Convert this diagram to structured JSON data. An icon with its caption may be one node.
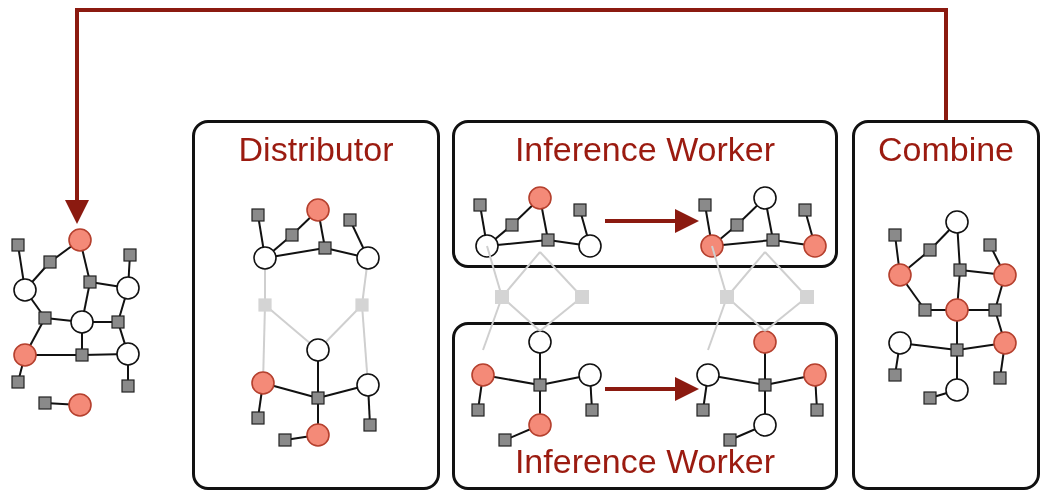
{
  "diagram": {
    "nodes": [
      {
        "text": [],
        "shape": "picture"
      },
      {
        "text": [
          "Distributor"
        ]
      },
      {
        "text": [],
        "shape": "picture",
        "in": 1
      },
      {
        "text": [
          "Inference Worker"
        ]
      },
      {
        "text": [],
        "shape": "picture",
        "in": 3
      },
      {
        "text": [],
        "shape": "picture",
        "in": 3
      },
      {
        "text": [
          "Inference Worker"
        ]
      },
      {
        "text": [],
        "shape": "picture",
        "in": 6
      },
      {
        "text": [],
        "shape": "picture",
        "in": 6
      },
      {
        "text": [
          "Combine"
        ]
      },
      {
        "text": [],
        "shape": "picture",
        "in": 9
      }
    ],
    "edges": [
      {
        "from": 9,
        "to": 0,
        "arrow": "to"
      },
      {
        "from": 4,
        "to": 5,
        "arrow": "to"
      },
      {
        "from": 7,
        "to": 8,
        "arrow": "to"
      }
    ]
  }
}
